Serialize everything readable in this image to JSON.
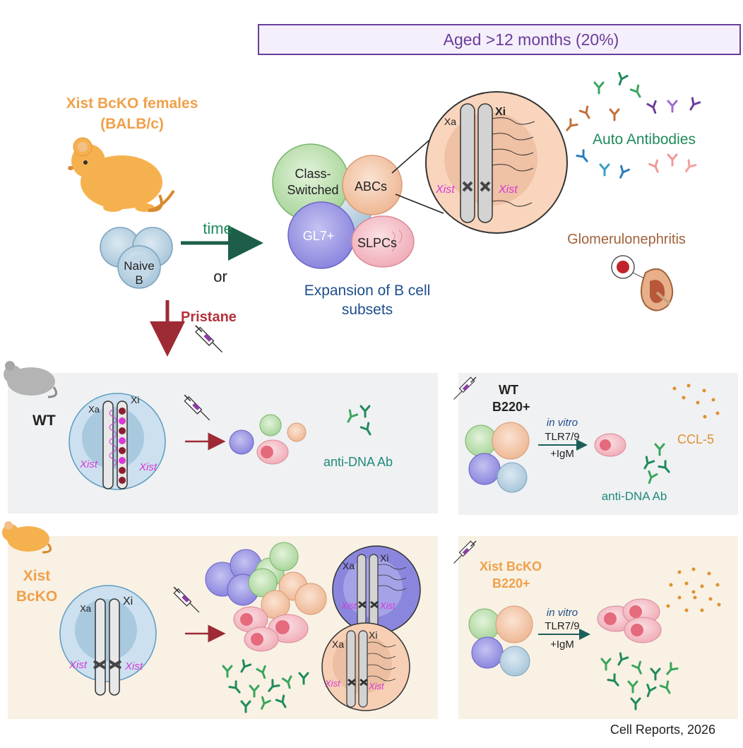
{
  "header": {
    "text": "Aged >12 months (20%)",
    "color": "#6a3d9a"
  },
  "top": {
    "mouse_title_line1": "Xist BcKO females",
    "mouse_title_line2": "(BALB/c)",
    "naive_b_line1": "Naive",
    "naive_b_line2": "B",
    "time_label": "time",
    "or_label": "or",
    "pristane_label": "Pristane",
    "class_switched_line1": "Class-",
    "class_switched_line2": "Switched",
    "abcs_label": "ABCs",
    "gl7_label": "GL7+",
    "slpcs_label": "SLPCs",
    "expansion_line1": "Expansion of B cell",
    "expansion_line2": "subsets",
    "xa_label": "Xa",
    "xi_label": "Xi",
    "xist_label": "Xist",
    "auto_antibodies": "Auto Antibodies",
    "glomerulonephritis": "Glomerulonephritis"
  },
  "wt_panel": {
    "title": "WT",
    "xa_label": "Xa",
    "xi_label": "Xi",
    "xist_label": "Xist",
    "anti_dna": "anti-DNA Ab"
  },
  "wt_b220_panel": {
    "title_line1": "WT",
    "title_line2": "B220+",
    "in_vitro": "in vitro",
    "tlr": "TLR7/9",
    "igm": "+IgM",
    "ccl5": "CCL-5",
    "anti_dna": "anti-DNA Ab"
  },
  "bcko_panel": {
    "title_line1": "Xist",
    "title_line2": "BcKO",
    "xa_label": "Xa",
    "xi_label": "Xi",
    "xist_label": "Xist"
  },
  "bcko_b220_panel": {
    "title_line1": "Xist BcKO",
    "title_line2": "B220+",
    "in_vitro": "in vitro",
    "tlr": "TLR7/9",
    "igm": "+IgM"
  },
  "citation": "Cell Reports, 2026",
  "colors": {
    "orange": "#f0a04b",
    "green": "#1f8a5b",
    "purple": "#6a3d9a",
    "magenta": "#d63ad6",
    "maroon": "#9e2a35",
    "navy": "#1f4e8c",
    "brown": "#a0623a"
  },
  "icons": [
    "mouse-icon",
    "syringe-icon",
    "kidney-icon",
    "antibody-icon"
  ]
}
